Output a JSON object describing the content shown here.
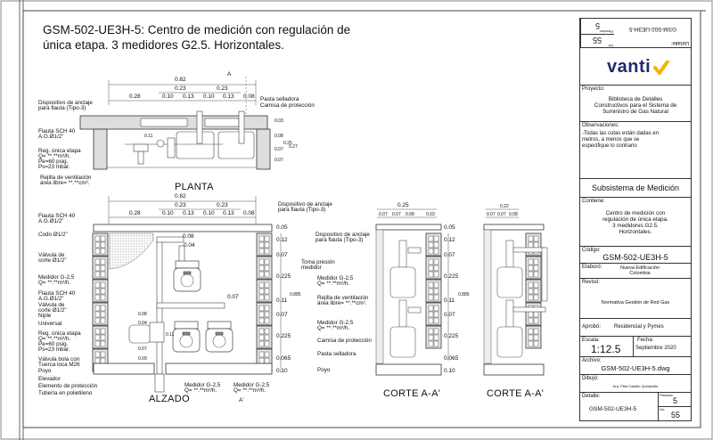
{
  "title": "GSM-502-UE3H-5: Centro de medición con regulación de única etapa. 3 medidores G2.5.  Horizontales.",
  "planta": {
    "view_title": "PLANTA",
    "section_mark": "A",
    "dim_total": "0.82",
    "dim_mid": [
      "0.23",
      "0.23"
    ],
    "dim_sub": [
      "0.28",
      "0.10",
      "0.13",
      "0.10",
      "0.13",
      "0.08"
    ],
    "dim_right": [
      "0.03",
      "0.08",
      "0.07",
      "0.07",
      "0.25",
      "0.27"
    ],
    "dim_inner": "0.11",
    "labels": {
      "anclaje": "Dispositivo de anclaje",
      "anclaje2": "para flauta (Tipo-3)",
      "flauta": "Flauta SCH 40",
      "flauta2": "A.G.Ø1/2\"",
      "reg": "Reg. única etapa",
      "reg_q": "Q=  **.**m³/h.",
      "reg_pe": "Pe=60 psig.",
      "reg_ps": "Ps=23 mbar.",
      "rejilla": "Rejilla de ventilación",
      "rejilla2": "área libre=  **.**cm².",
      "pasta": "Pasta selladora",
      "camisa": "Camisa de protección"
    }
  },
  "alzado": {
    "view_title": "ALZADO",
    "section_mark": "A'",
    "dim_total": "0.82",
    "dim_mid": [
      "0.23",
      "0.23"
    ],
    "dim_sub": [
      "0.28",
      "0.10",
      "0.13",
      "0.10",
      "0.13",
      "0.08"
    ],
    "dim_right": [
      "0.05",
      "0.12",
      "0.07",
      "0.225",
      "0.11",
      "0.07",
      "0.225",
      "0.065",
      "0.10"
    ],
    "dim_total_v": "0.885",
    "dim_inner": [
      "0.08",
      "0.04",
      "0.07",
      "0.08",
      "0.04",
      "0.11",
      "0.07",
      "0.09"
    ],
    "labels_left": [
      "Flauta SCH 40",
      "A.G.Ø1/2\"",
      "Codo Ø1/2\"",
      "Válvula de",
      "corte Ø1/2\"",
      "Medidor G-2,5",
      "Q=  **.**m³/h.",
      "Flauta SCH 40",
      "A.G.Ø1/2\"",
      "Válvula de",
      "corte Ø1/2\"",
      "Niple",
      "Universal",
      "Reg. única etapa",
      "Q=  **.**m³/h.",
      "Pe=60 psig.",
      "Ps=23 mbar.",
      "Válvula bola con",
      "Tuerca loca M26",
      "Poyo",
      "Elevador",
      "Elemento de protección",
      "Tubería en polietileno"
    ],
    "labels_bottom": [
      "Medidor G-2,5",
      "Q=  **.**m³/h.",
      "Medidor G-2,5",
      "Q=  **.**m³/h."
    ],
    "labels_right": [
      "Dispositivo de anclaje",
      "para flauta (Tipo-3)",
      "Toma presión",
      "medidor"
    ]
  },
  "corte1": {
    "view_title": "CORTE A-A'",
    "dim_total": "0.25",
    "dim_sub": [
      "0.07",
      "0.07",
      "0.08",
      "0.03"
    ],
    "dim_right": [
      "0.05",
      "0.12",
      "0.07",
      "0.225",
      "0.11",
      "0.07",
      "0.225",
      "0.065",
      "0.10"
    ],
    "dim_total_v": "0.885",
    "labels": [
      "Dispositivo de anclaje",
      "para flauta (Tipo-3)",
      "Medidor G-2,5",
      "Q=  **.**m³/h.",
      "Rejilla de ventilación",
      "área libre=  **.**cm².",
      "Medidor G-2,5",
      "Q=  **.**m³/h.",
      "Camisa de protección",
      "Pasta selladora",
      "Poyo"
    ]
  },
  "corte2": {
    "view_title": "CORTE A-A'",
    "dim_total": "0.22",
    "dim_sub": [
      "0.07",
      "0.07",
      "0.08"
    ]
  },
  "title_block": {
    "top": {
      "de_value": "55",
      "de_label": "De:",
      "plancha_value": "5",
      "plancha_label": "Plancha:",
      "detalle_label": "Detalle:",
      "detalle_value": "GSM-502-UE3H-5"
    },
    "logo": "vanti",
    "proyecto_label": "Proyecto:",
    "proyecto": [
      "Biblioteca de Detalles",
      "Constructivos para el Sistema de",
      "Suministro de Gas Natural"
    ],
    "observaciones_label": "Observaciones:",
    "observaciones": [
      "-Todas las cotas están dadas en",
      "metros, a menos que se",
      "especifique lo contrario"
    ],
    "subsistema": "Subsistema de Medición",
    "contiene_label": "Contiene:",
    "contiene": [
      "Centro de medición con",
      "regulación de única etapa.",
      "3 medidores G2.5.",
      "Horizontales."
    ],
    "codigo_label": "Código:",
    "codigo": "GSM-502-UE3H-5",
    "elaboro_label": "Elaboró:",
    "elaboro": [
      "Nueva Edificación",
      "Colombia"
    ],
    "reviso_label": "Revisó:",
    "reviso": "Normativa Gestión de Red Gas",
    "aprobo_label": "Aprobó:",
    "aprobo": "Residencial y Pymes",
    "escala_label": "Escala:",
    "escala": "1:12.5",
    "fecha_label": "Fecha:",
    "fecha": "Septiembre 2020",
    "archivo_label": "Archivo:",
    "archivo": "GSM-502-UE3H-5.dwg",
    "dibujo_label": "Dibujó:",
    "dibujo": "Arq. Pilar Castillo Quintanilla",
    "detalle_label": "Detalle:",
    "detalle": "GSM-502-UE3H-5",
    "plancha_label": "Plancha:",
    "plancha": "5",
    "de_label": "De:",
    "de": "55"
  },
  "colors": {
    "accent": "#f5b400",
    "logo": "#1f2a6b",
    "hatch": "#d9d9d9"
  }
}
